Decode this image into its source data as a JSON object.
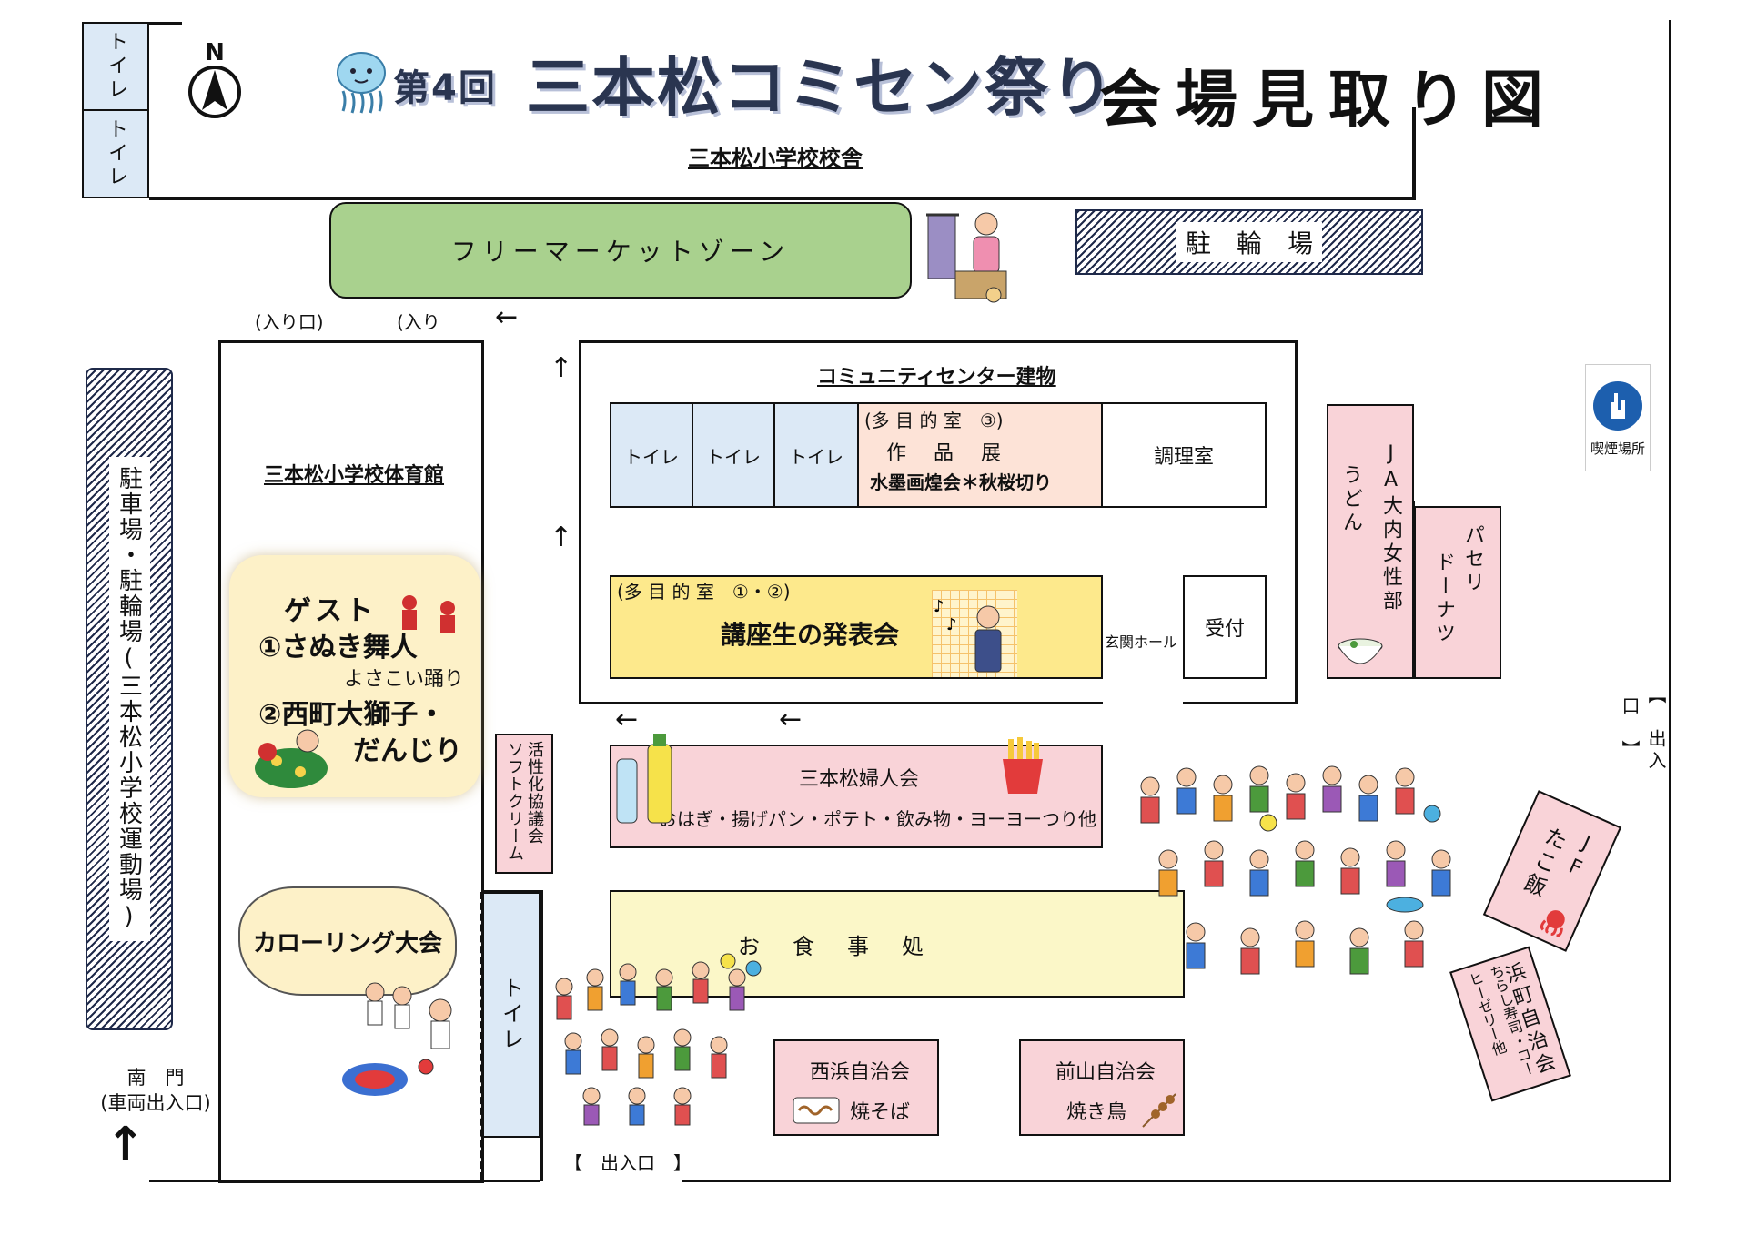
{
  "header": {
    "edition": "第4回",
    "festival_name": "三本松コミセン祭り",
    "map_title": "会場見取り図",
    "north_label": "N"
  },
  "buildings": {
    "school_building": "三本松小学校校舎",
    "gymnasium": "三本松小学校体育館",
    "community_center": "コミュニティセンター建物"
  },
  "zones": {
    "flea_market": "フリーマーケットゾーン",
    "bicycle_parking": "駐　輪　場",
    "parking_west": "駐車場・駐輪場(三本松小学校運動場)",
    "smoking_area": "喫煙場所"
  },
  "toilets": {
    "label": "トイレ"
  },
  "entrances": {
    "gym_entrance_1": "(入り口)",
    "gym_entrance_2": "(入り",
    "south_gate": "南　門",
    "south_gate_note": "(車両出入口)",
    "bottom_exit": "【　出入口　】",
    "east_exit": "【　出入口　】",
    "genkan_hall": "玄関ホール",
    "reception": "受付"
  },
  "rooms": {
    "multipurpose_3": "(多 目 的 室　③)",
    "artwork_title": "作　品　展",
    "artwork_detail": "水墨画煌会＊秋桜切り",
    "cooking_room": "調理室",
    "multipurpose_12": "(多 目 的 室　①・②)",
    "student_presentation": "講座生の発表会"
  },
  "guests": {
    "heading": "ゲスト",
    "guest_1": "①さぬき舞人",
    "guest_1_sub": "よさこい踊り",
    "guest_2": "②西町大獅子・",
    "guest_2_sub": "だんじり"
  },
  "curling": "カローリング大会",
  "stalls": {
    "softcream_org": "活性化協議会",
    "softcream_item": "ソフトクリーム",
    "fujinkai_name": "三本松婦人会",
    "fujinkai_items": "おはぎ・揚げパン・ポテト・飲み物・ヨーヨーつり他",
    "food_court": "お　食　事　処",
    "nishihama_name": "西浜自治会",
    "nishihama_item": "焼そば",
    "maeyama_name": "前山自治会",
    "maeyama_item": "焼き鳥",
    "ja_name": "JA大内女性部",
    "ja_item": "うどん",
    "paseri_name": "パセリ",
    "paseri_item": "ドーナツ",
    "jf_name": "JF",
    "jf_item": "たこ飯",
    "hamamachi_name": "浜町自治会",
    "hamamachi_items": "ちらし寿司・コーヒーゼリー他"
  },
  "colors": {
    "toilet_blue": "#dce9f6",
    "stall_pink": "#f9d3d8",
    "flea_green": "#a9d18e",
    "presentation_yellow": "#fde98c",
    "food_court_yellow": "#fbf7c8",
    "guest_cream": "#fdf1c8"
  }
}
